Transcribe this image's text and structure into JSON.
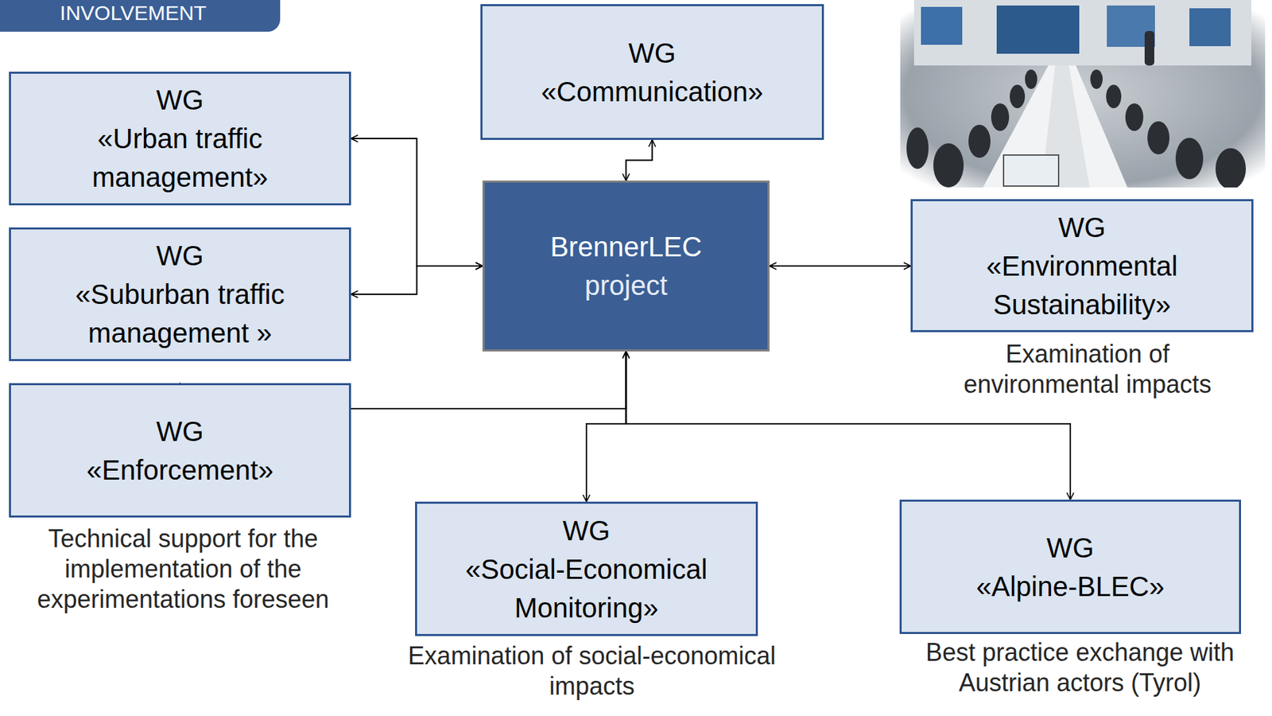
{
  "diagram": {
    "nodes": [
      {
        "text": [
          "INVOLVEMENT"
        ]
      },
      {
        "text": [
          "WG",
          "«Urban traffic management»"
        ]
      },
      {
        "text": [
          "WG",
          "«Suburban traffic management »"
        ]
      },
      {
        "text": [
          "WG",
          "«Enforcement»"
        ]
      },
      {
        "text": [
          "WG",
          "«Communication»"
        ]
      },
      {
        "text": [
          "BrennerLEC",
          "project"
        ]
      },
      {
        "text": [
          "WG",
          "«Environmental Sustainability»"
        ]
      },
      {
        "text": [
          "WG",
          "«Social-Economical Monitoring»"
        ]
      },
      {
        "text": [
          "WG",
          "«Alpine-BLEC»"
        ]
      }
    ],
    "edges": [
      {
        "from": 4,
        "to": 5,
        "arrow": "both"
      },
      {
        "from": 5,
        "to": 1,
        "arrow": "both"
      },
      {
        "from": 5,
        "to": 2,
        "arrow": "both"
      },
      {
        "from": 5,
        "to": 3,
        "arrow": "both"
      },
      {
        "from": 5,
        "to": 6,
        "arrow": "both"
      },
      {
        "from": 5,
        "to": 7,
        "arrow": "both"
      },
      {
        "from": 5,
        "to": 8,
        "arrow": "both"
      }
    ],
    "labels": [
      "Technical support for the implementation of the experimentations foreseen",
      "Examination of environmental impacts",
      "Examination of social-economical impacts",
      "Best practice exchange with Austrian actors (Tyrol)"
    ]
  }
}
